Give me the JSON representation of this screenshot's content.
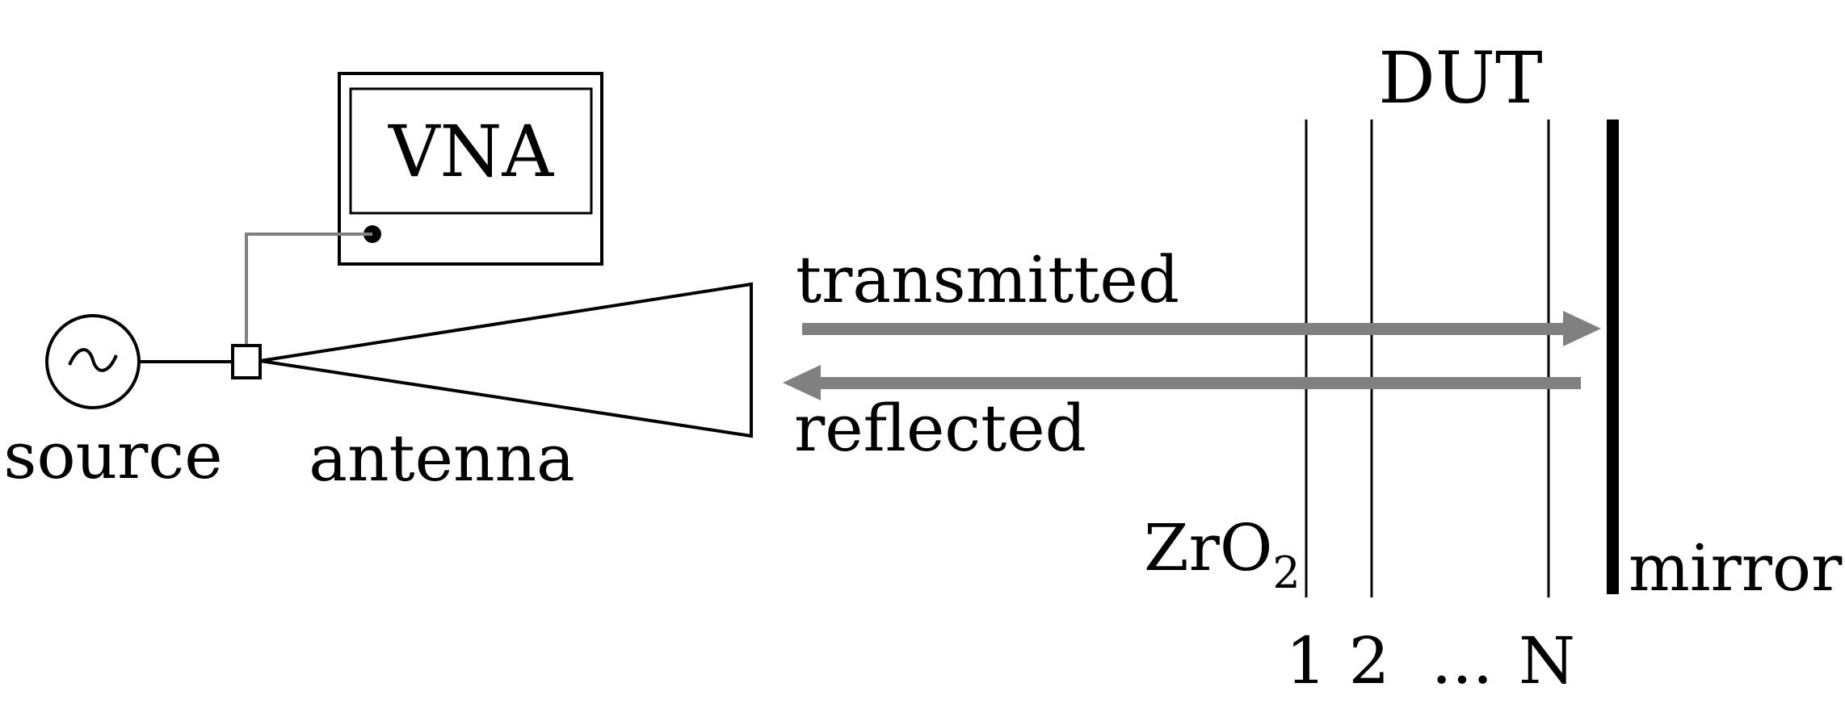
{
  "labels": {
    "vna": "VNA",
    "dut": "DUT",
    "source": "source",
    "antenna": "antenna",
    "transmitted": "transmitted",
    "reflected": "reflected",
    "zro2_base": "ZrO",
    "zro2_sub": "2",
    "mirror": "mirror",
    "layer_1": "1",
    "layer_2": "2",
    "layer_dots": "...",
    "layer_n": "N"
  },
  "colors": {
    "line": "#000000",
    "beam": "#808080",
    "probe_wire": "#808080",
    "background": "#ffffff"
  },
  "icons": {
    "source_symbol": "ac-source-tilde-icon"
  }
}
